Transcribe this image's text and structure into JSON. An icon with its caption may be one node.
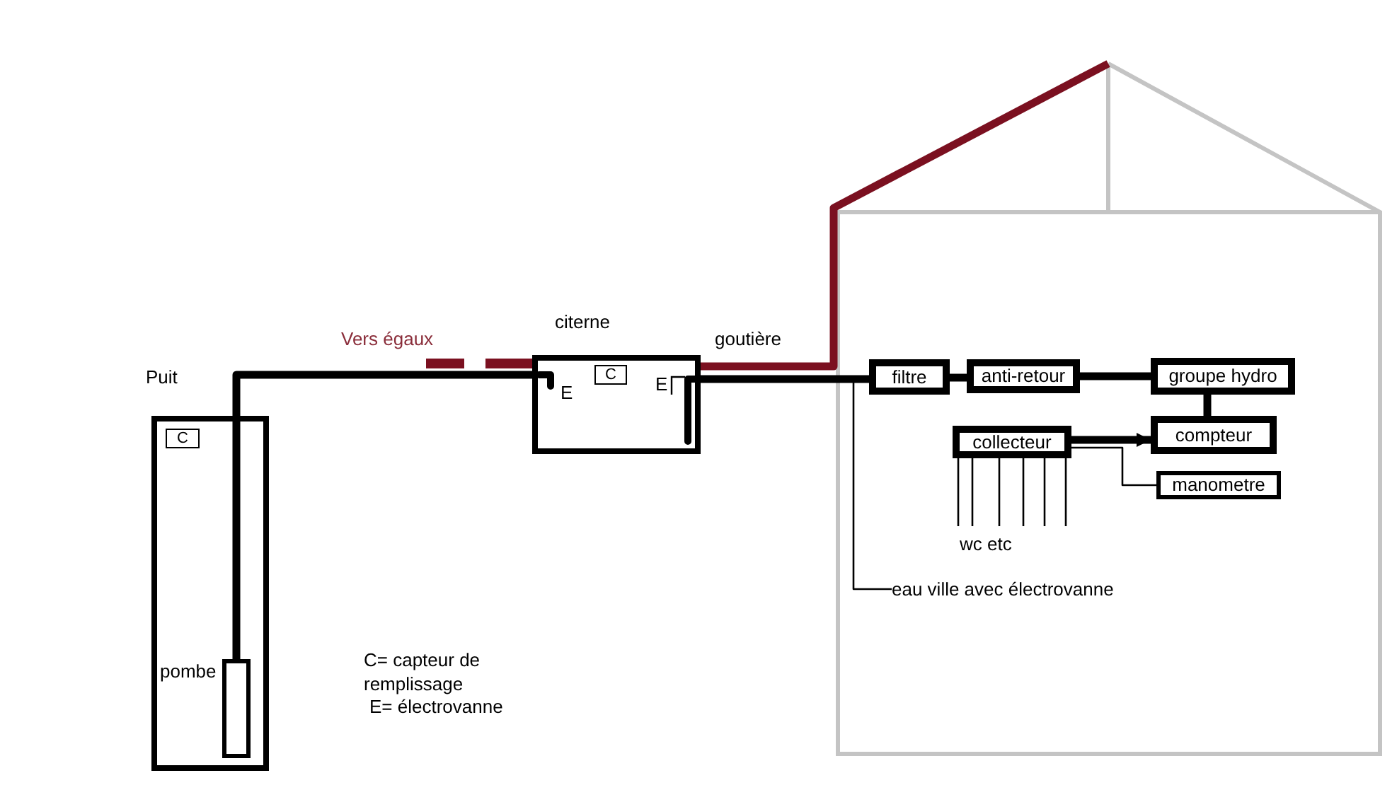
{
  "diagram": {
    "nodes": [
      {
        "text": [
          "Puit"
        ]
      },
      {
        "text": [
          "C"
        ],
        "in": 0
      },
      {
        "text": [
          "pombe"
        ],
        "in": 0
      },
      {
        "text": [
          "citerne"
        ]
      },
      {
        "text": [
          "C"
        ],
        "in": 3
      },
      {
        "text": [
          "filtre"
        ]
      },
      {
        "text": [
          "anti-retour"
        ]
      },
      {
        "text": [
          "groupe hydro"
        ]
      },
      {
        "text": [
          "compteur"
        ]
      },
      {
        "text": [
          "collecteur"
        ]
      },
      {
        "text": [
          "manometre"
        ]
      },
      {
        "text": [
          "eau ville avec électrovanne"
        ]
      }
    ],
    "edges": [
      {
        "from": 2,
        "to": 3,
        "arrow": "none",
        "style": "thick"
      },
      {
        "from": 3,
        "to": 5,
        "arrow": "none",
        "style": "thick"
      },
      {
        "from": 5,
        "to": 6,
        "arrow": "none",
        "style": "thick"
      },
      {
        "from": 6,
        "to": 7,
        "arrow": "none",
        "style": "thick"
      },
      {
        "from": 7,
        "to": 8,
        "arrow": "none",
        "style": "thick"
      },
      {
        "from": 9,
        "to": 8,
        "arrow": "to",
        "style": "thick"
      },
      {
        "from": 9,
        "to": 10,
        "arrow": "none"
      },
      {
        "from": 11,
        "to": 5,
        "arrow": "none"
      },
      {
        "from": 9,
        "to": null,
        "arrow": "none"
      },
      {
        "from": 9,
        "to": null,
        "arrow": "none"
      },
      {
        "from": 9,
        "to": null,
        "arrow": "none"
      },
      {
        "from": 9,
        "to": null,
        "arrow": "none"
      },
      {
        "from": 9,
        "to": null,
        "arrow": "none"
      },
      {
        "from": 9,
        "to": null,
        "arrow": "none"
      },
      {
        "from": null,
        "to": 3,
        "arrow": "none",
        "style": "thick",
        "color": "#7b1020"
      },
      {
        "from": 3,
        "to": null,
        "arrow": "none",
        "style": "dashed",
        "color": "#7b1020"
      }
    ],
    "labels": [
      "Vers égaux",
      "goutière",
      "E",
      "E",
      "wc etc",
      "C= capteur de remplissage",
      "E= électrovanne"
    ]
  }
}
